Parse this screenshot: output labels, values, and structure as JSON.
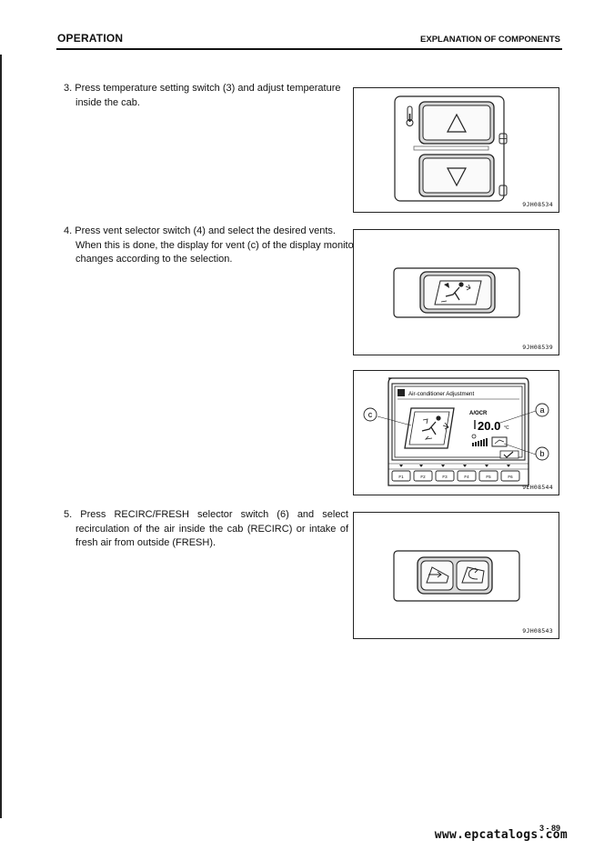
{
  "header": {
    "section": "OPERATION",
    "title": "EXPLANATION OF COMPONENTS"
  },
  "steps": [
    {
      "lines": [
        "3. Press temperature setting switch (3) and adjust temperature",
        "inside the cab."
      ]
    },
    {
      "lines": [
        "4. Press vent selector switch (4) and select the desired vents.",
        "When this is done, the display for vent (c) of the display monitor",
        "changes according to the selection."
      ]
    },
    {
      "lines": [
        "5. Press RECIRC/FRESH selector switch (6) and select",
        "recirculation of the air inside the cab (RECIRC) or intake of",
        "fresh air from outside (FRESH)."
      ]
    }
  ],
  "figures": {
    "fig1": {
      "code": "9JH08534"
    },
    "fig2": {
      "code": "9JH08539"
    },
    "fig3": {
      "code": "9EH08544",
      "screen_title": "Air-conditioner Adjustment",
      "mode": "A/OCR",
      "temperature": "20.0",
      "unit": "°C",
      "callouts": [
        "c",
        "a",
        "b"
      ],
      "fkeys": [
        "F1",
        "F2",
        "F3",
        "F4",
        "F5",
        "F6"
      ]
    },
    "fig4": {
      "code": "9JH08543"
    }
  },
  "footer": {
    "page_number": "3 - 89",
    "watermark": "www.epcatalogs.com"
  }
}
